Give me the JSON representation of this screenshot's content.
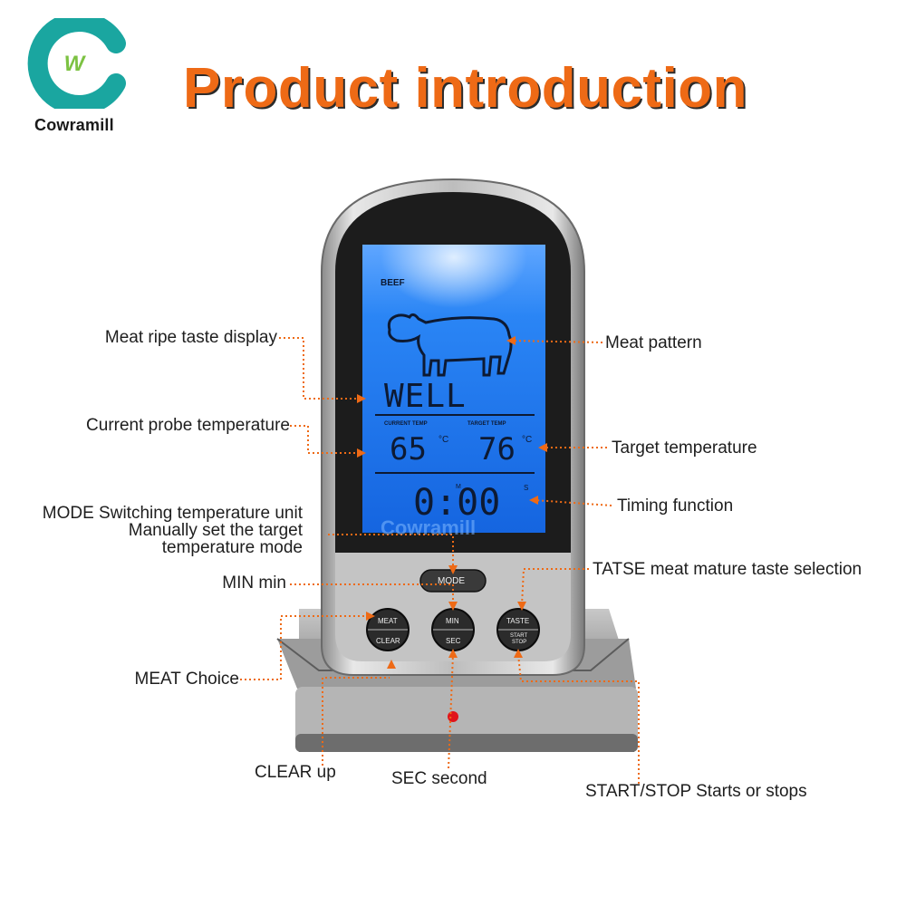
{
  "brand": {
    "name": "Cowramill",
    "mark": "W",
    "watermark": "Cowramill",
    "accent_color": "#1aa6a0",
    "mark_color": "#7cc242"
  },
  "title": "Product introduction",
  "title_color": "#ee6a16",
  "display": {
    "meat_type": "BEEF",
    "doneness": "WELL",
    "current_temp_label": "CURRENT TEMP",
    "target_temp_label": "TARGET TEMP",
    "current_temp": "65",
    "target_temp": "76",
    "temp_unit": "°C",
    "timer": "0:00",
    "timer_min_unit": "M",
    "timer_sec_unit": "S",
    "backlight_color": "#1976f2"
  },
  "buttons": {
    "mode": "MODE",
    "meat": "MEAT",
    "min": "MIN",
    "taste": "TASTE",
    "clear": "CLEAR",
    "sec": "SEC",
    "start_stop": [
      "START",
      "STOP"
    ]
  },
  "labels": {
    "meat_ripe_taste": "Meat ripe taste display",
    "current_probe_temp": "Current probe temperature",
    "mode_switching": "MODE Switching temperature unit",
    "manual_target_1": "Manually set the target",
    "manual_target_2": "temperature mode",
    "min_min": "MIN min",
    "meat_choice": "MEAT Choice",
    "clear_up": "CLEAR up",
    "sec_second": "SEC second",
    "start_stop": "START/STOP Starts or stops",
    "meat_pattern": "Meat pattern",
    "target_temperature": "Target temperature",
    "timing_function": "Timing function",
    "tatse_selection": "TATSE meat mature taste selection"
  },
  "leader_color": "#ee6a16"
}
